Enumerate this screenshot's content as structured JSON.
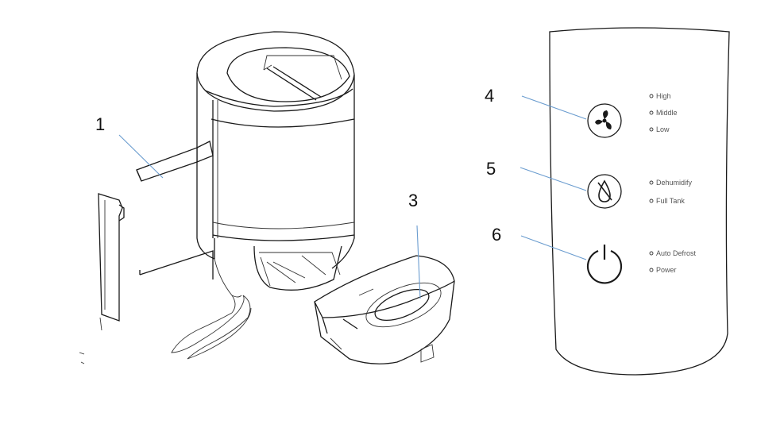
{
  "callouts": {
    "part_1": "1",
    "part_3": "3",
    "part_4": "4",
    "part_5": "5",
    "part_6": "6"
  },
  "panel": {
    "fan_speeds": [
      "High",
      "Middle",
      "Low"
    ],
    "dehumidify_status": [
      "Dehumidify",
      "Full Tank"
    ],
    "power_status": [
      "Auto Defrost",
      "Power"
    ]
  },
  "icons": {
    "fan_button": "fan-icon",
    "water_button": "water-drop-icon",
    "power_button": "power-icon"
  },
  "colors": {
    "leader_line": "#6a9ccf",
    "line_art": "#1a1a1a"
  }
}
